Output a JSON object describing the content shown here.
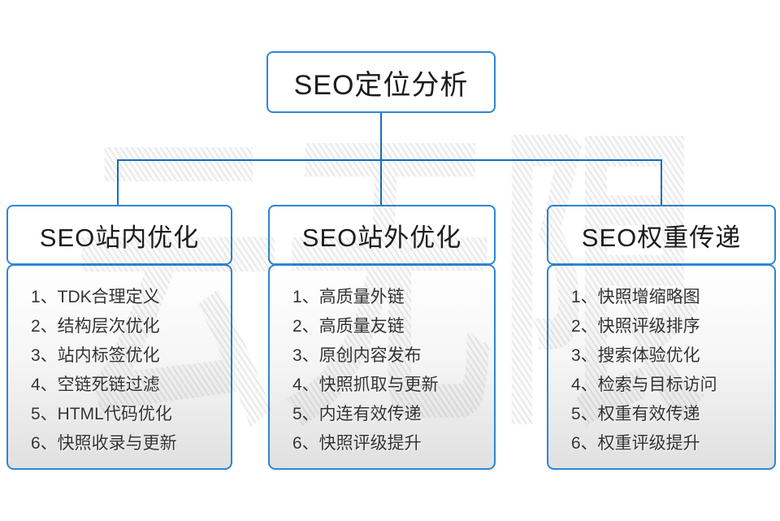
{
  "diagram": {
    "root": {
      "label": "SEO定位分析"
    },
    "watermark_text": "云无限",
    "columns": [
      {
        "title": "SEO站内优化",
        "items": [
          "1、TDK合理定义",
          "2、结构层次优化",
          "3、站内标签优化",
          "4、空链死链过滤",
          "5、HTML代码优化",
          "6、快照收录与更新"
        ]
      },
      {
        "title": "SEO站外优化",
        "items": [
          "1、高质量外链",
          "2、高质量友链",
          "3、原创内容发布",
          "4、快照抓取与更新",
          "5、内连有效传递",
          "6、快照评级提升"
        ]
      },
      {
        "title": "SEO权重传递",
        "items": [
          "1、快照增缩略图",
          "2、快照评级排序",
          "3、搜索体验优化",
          "4、检索与目标访问",
          "5、权重有效传递",
          "6、权重评级提升"
        ]
      }
    ],
    "colors": {
      "connector": "#1470c4",
      "box_border": "#2e86d6",
      "panel_bottom": "#e0e0e0"
    }
  }
}
